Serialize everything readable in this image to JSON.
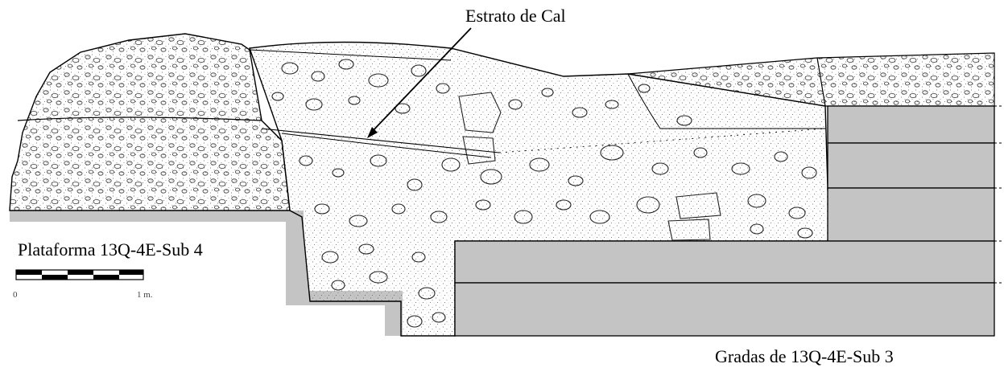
{
  "labels": {
    "lime_layer": "Estrato de Cal",
    "platform": "Plataforma 13Q-4E-Sub 4",
    "steps": "Gradas de  13Q-4E-Sub 3"
  },
  "scale_bar": {
    "start": "0",
    "end": "1 m."
  },
  "colors": {
    "gray_fill": "#c4c4c4",
    "line": "#000000",
    "speckle": "#555555"
  }
}
